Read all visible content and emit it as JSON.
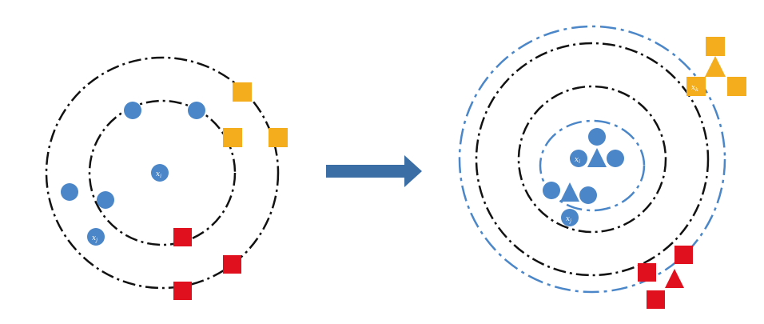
{
  "colors": {
    "blue": "#4a86c8",
    "orange": "#f4ad1c",
    "red": "#e0101e",
    "black": "#111111",
    "arrow": "#3b6ea5"
  },
  "labels": {
    "left_center": "x",
    "left_center_sub": "i",
    "left_neighbor": "x",
    "left_neighbor_sub": "j",
    "right_center": "x",
    "right_center_sub": "i",
    "right_neighbor": "x",
    "right_neighbor_sub": "j",
    "right_orange": "x",
    "right_orange_sub": "k"
  },
  "icons": {
    "transition_arrow": "right-arrow-icon"
  }
}
